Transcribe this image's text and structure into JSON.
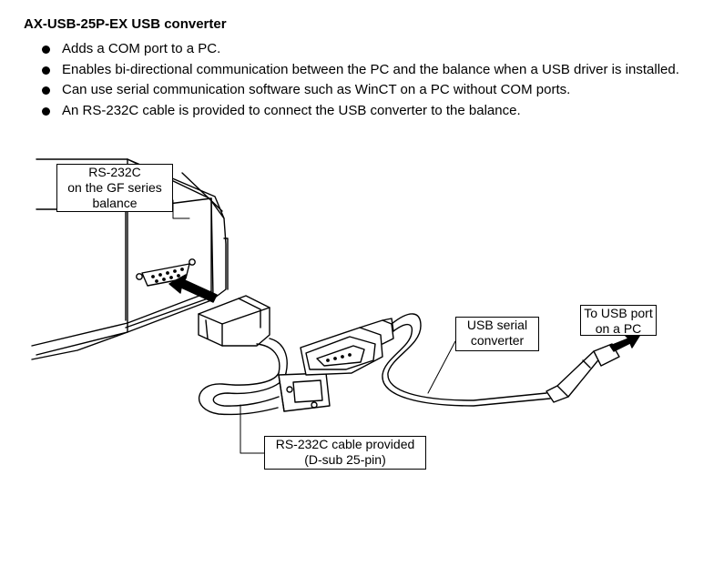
{
  "title": "AX-USB-25P-EX USB converter",
  "bullets": [
    "Adds a COM port to a PC.",
    "Enables bi-directional communication between the PC and the balance when a USB driver is installed.",
    "Can use serial communication software such as WinCT on a PC without COM ports.",
    "An RS-232C cable is provided to connect the USB converter to the balance."
  ],
  "labels": {
    "balance": [
      "RS-232C",
      "on the GF series",
      "balance"
    ],
    "converter": [
      "USB serial",
      "converter"
    ],
    "usb_port": [
      "To USB port",
      "on a PC"
    ],
    "cable": [
      "RS-232C cable provided",
      "(D-sub 25-pin)"
    ]
  }
}
